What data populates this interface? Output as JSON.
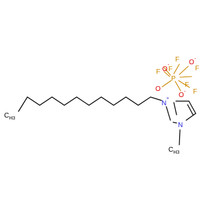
{
  "molecule": {
    "terminal_methyl": {
      "element": "C",
      "count": "3"
    },
    "n_methyl": {
      "element": "C",
      "count": "3"
    },
    "imidazolium_n_plus": {
      "element": "N",
      "charge": "+"
    },
    "imidazolium_n": {
      "element": "N"
    }
  },
  "anion": {
    "phosphorus": {
      "element": "P"
    },
    "fluorines": [
      "F",
      "F",
      "F",
      "F",
      "F",
      "F"
    ],
    "oxygens": [
      {
        "element": "O",
        "charge": "-"
      },
      {
        "element": "O",
        "charge": "-"
      },
      {
        "element": "O",
        "charge": ""
      }
    ]
  },
  "colors": {
    "bond": "#000000",
    "nitrogen": "#1f1fdd",
    "phosphorus": "#cc8800",
    "fluorine": "#cc8800",
    "oxygen": "#dd0000"
  }
}
